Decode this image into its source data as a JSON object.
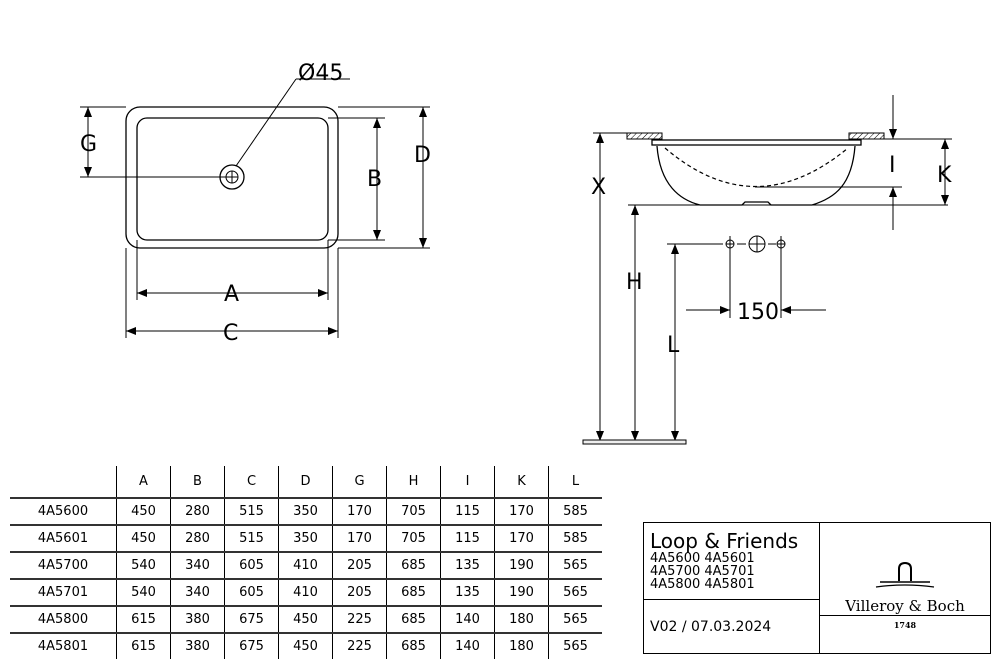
{
  "drawing": {
    "labels": {
      "G": "G",
      "D": "D",
      "B": "B",
      "A": "A",
      "C": "C",
      "X": "X",
      "H": "H",
      "L": "L",
      "I": "I",
      "K": "K"
    },
    "drain_diameter": "Ø45",
    "tap_spacing": "150"
  },
  "table": {
    "headers": [
      "A",
      "B",
      "C",
      "D",
      "G",
      "H",
      "I",
      "K",
      "L"
    ],
    "rows": [
      {
        "model": "4A5600",
        "values": [
          "450",
          "280",
          "515",
          "350",
          "170",
          "705",
          "115",
          "170",
          "585"
        ]
      },
      {
        "model": "4A5601",
        "values": [
          "450",
          "280",
          "515",
          "350",
          "170",
          "705",
          "115",
          "170",
          "585"
        ]
      },
      {
        "model": "4A5700",
        "values": [
          "540",
          "340",
          "605",
          "410",
          "205",
          "685",
          "135",
          "190",
          "565"
        ]
      },
      {
        "model": "4A5701",
        "values": [
          "540",
          "340",
          "605",
          "410",
          "205",
          "685",
          "135",
          "190",
          "565"
        ]
      },
      {
        "model": "4A5800",
        "values": [
          "615",
          "380",
          "675",
          "450",
          "225",
          "685",
          "140",
          "180",
          "565"
        ]
      },
      {
        "model": "4A5801",
        "values": [
          "615",
          "380",
          "675",
          "450",
          "225",
          "685",
          "140",
          "180",
          "565"
        ]
      }
    ]
  },
  "title_block": {
    "title": "Loop & Friends",
    "models": [
      "4A5600 4A5601",
      "4A5700 4A5701",
      "4A5800 4A5801"
    ],
    "version": "V02 / 07.03.2024",
    "brand": "Villeroy & Boch",
    "brand_year": "1748"
  }
}
